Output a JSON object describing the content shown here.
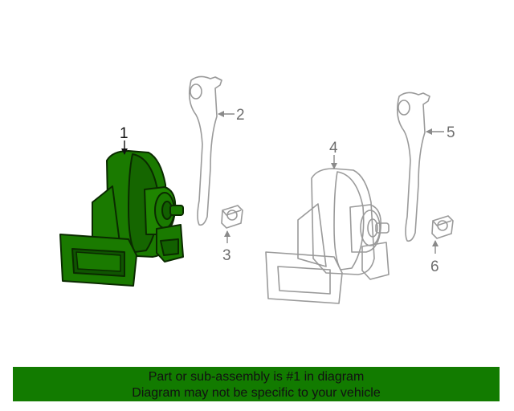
{
  "callouts": {
    "c1": "1",
    "c2": "2",
    "c3": "3",
    "c4": "4",
    "c5": "5",
    "c6": "6"
  },
  "banner": {
    "line1": "Part or sub-assembly is #1 in diagram",
    "line2": "Diagram may not be specific to your vehicle"
  },
  "colors": {
    "highlight": "#1a7a00",
    "banner_bg": "#127b00",
    "line_gray": "#9a9a9a"
  }
}
